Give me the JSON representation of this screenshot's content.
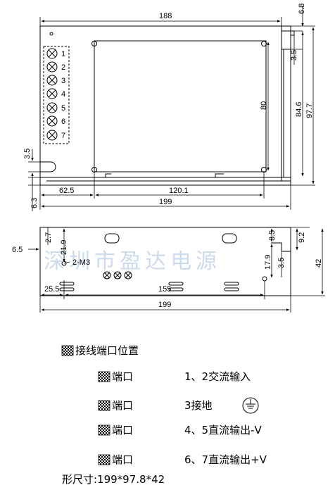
{
  "top_view": {
    "dims": {
      "total_top": "188",
      "clearance_top": "6.8",
      "tab_offset": "3.5",
      "height_84_6": "84.6",
      "height_97_7": "97.7",
      "inner_height": "80",
      "left_offset": "3.5",
      "bottom_offset": "6.3",
      "hole_left": "62.5",
      "hole_span": "120.1",
      "total_width": "199"
    },
    "terminal_numbers": [
      "1",
      "2",
      "3",
      "4",
      "5",
      "6",
      "7"
    ]
  },
  "side_view": {
    "dims": {
      "left_small": "6.5",
      "top_2_7": "2.7",
      "top_21_9": "21.9",
      "screw_label": "2-M3",
      "right_3_5a": "3.5",
      "right_9_2": "9.2",
      "right_17_9": "17.9",
      "right_3_5b": "3.5",
      "height_42": "42",
      "hole_left": "25.5",
      "hole_span": "155",
      "total_width": "199"
    },
    "watermark": "深圳市盈达电源"
  },
  "legend": {
    "title": "接线端口位置",
    "rows": [
      {
        "label": "端口",
        "desc": "1、2交流输入"
      },
      {
        "label": "端口",
        "desc": "3接地"
      },
      {
        "label": "端口",
        "desc": "4、5直流输出-V"
      },
      {
        "label": "端口",
        "desc": "6、7直流输出+V"
      }
    ],
    "size": "形尺寸:199*97.8*42"
  }
}
